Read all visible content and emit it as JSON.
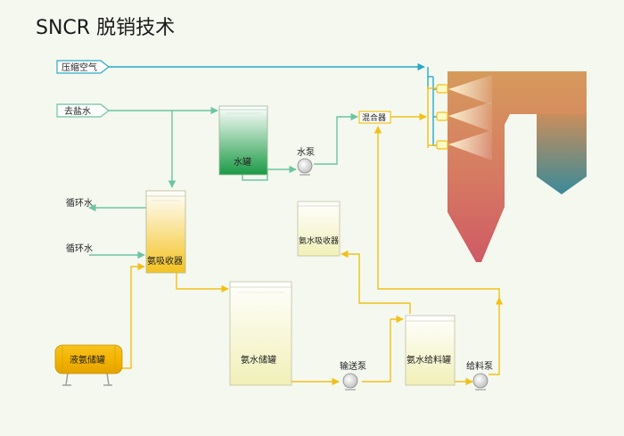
{
  "title": "SNCR 脱销技术",
  "labels": {
    "compressed_air": "压缩空气",
    "demineralized_water": "去盐水",
    "water_tank": "水罐",
    "water_pump": "水泵",
    "mixer": "混合器",
    "circulating_water_1": "循环水",
    "circulating_water_2": "循环水",
    "ammonia_absorber": "氨吸收器",
    "ammonia_water_absorber": "氨水吸收器",
    "liquid_ammonia_tank": "液氨储罐",
    "ammonia_water_storage_tank": "氨水储罐",
    "transfer_pump": "输送泵",
    "ammonia_water_feed_tank": "氨水给料罐",
    "feed_pump": "给料泵"
  },
  "colors": {
    "air_line": "#2aaac8",
    "water_line": "#6cc5a0",
    "ammonia_line": "#f2c018",
    "background": "#f4f8ef"
  }
}
